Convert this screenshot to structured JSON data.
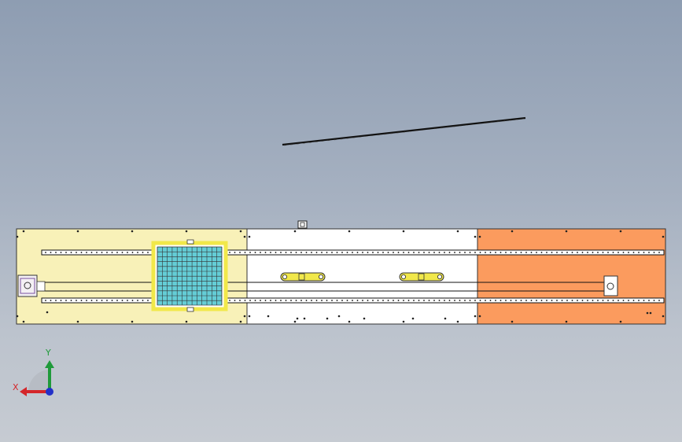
{
  "viewport": {
    "background_top": "#8e9db2",
    "background_bottom": "#c6cbd2"
  },
  "assembly": {
    "sections": [
      {
        "name": "left-section",
        "color": "#f8f1b8"
      },
      {
        "name": "middle-section",
        "color": "#ffffff"
      },
      {
        "name": "right-section",
        "color": "#fb9b5e"
      }
    ],
    "rail_color": "#0a0a0a",
    "carriage_grid_color": "#64cdd6",
    "carriage_frame_color": "#f1e84a",
    "clamp_color": "#f1e84a"
  },
  "triad": {
    "x_label": "X",
    "y_label": "Y",
    "x_color": "#d4262a",
    "y_color": "#1f9a3a",
    "z_color": "#2330c8"
  }
}
